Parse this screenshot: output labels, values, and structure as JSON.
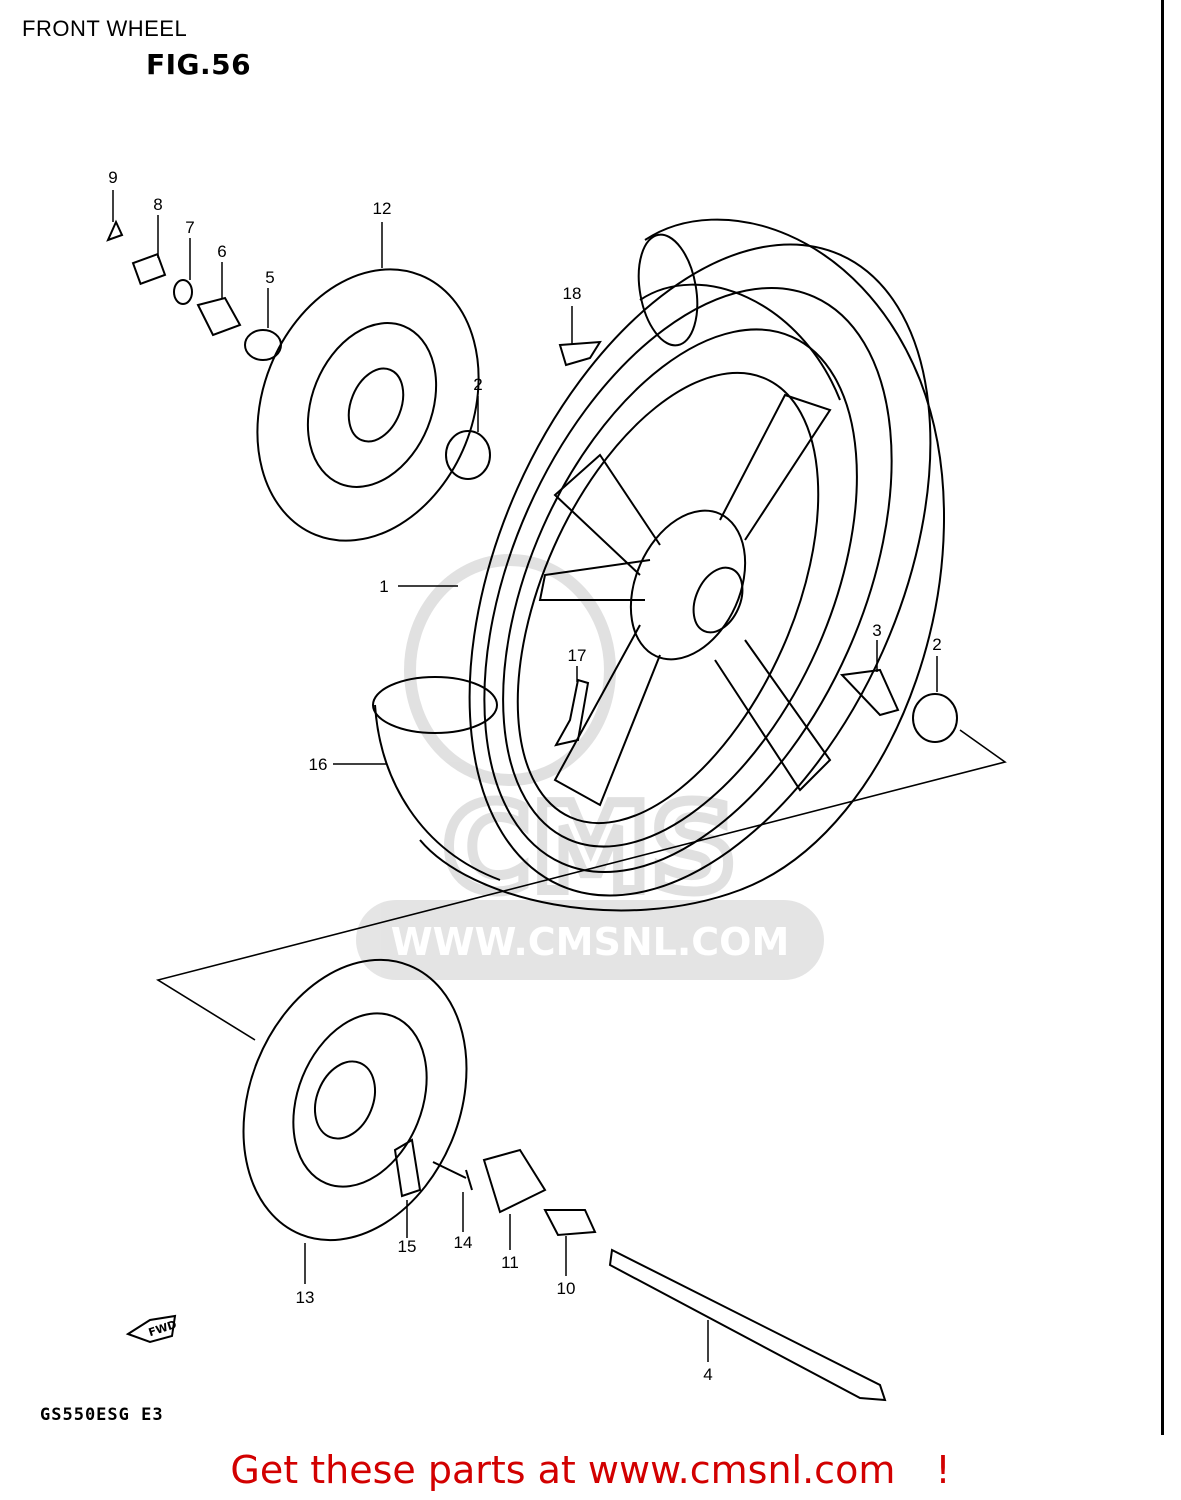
{
  "header": {
    "title": "FRONT WHEEL",
    "figure": "FIG.56"
  },
  "watermark": {
    "brand": "CMS",
    "url": "WWW.CMSNL.COM"
  },
  "callouts": [
    "1",
    "2",
    "2",
    "3",
    "4",
    "5",
    "6",
    "7",
    "8",
    "9",
    "10",
    "11",
    "12",
    "13",
    "14",
    "15",
    "16",
    "17",
    "18"
  ],
  "direction_badge": "FWD",
  "footer": {
    "model_code": "GS550ESG  E3",
    "cta_text": "Get these parts at www.cmsnl.com",
    "cta_mark": "!"
  },
  "colors": {
    "cta": "#d20000",
    "line": "#000000",
    "watermark": "#c8c8c8"
  }
}
